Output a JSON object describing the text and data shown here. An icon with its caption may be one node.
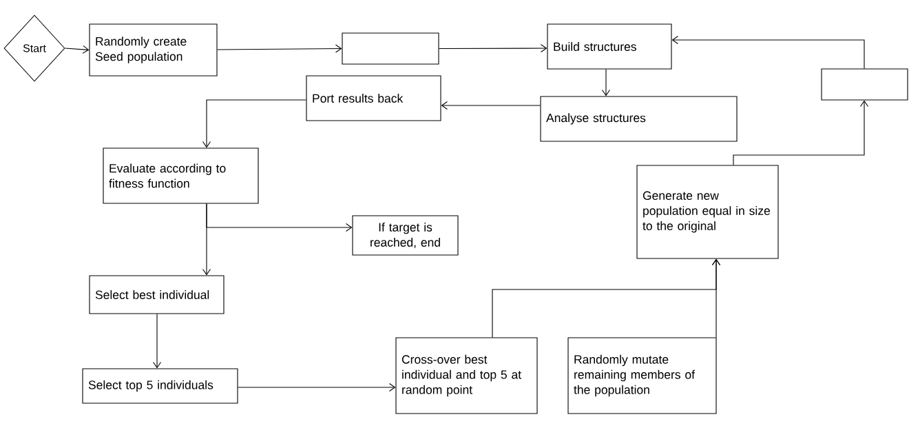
{
  "diagram": {
    "nodes": [
      {
        "text": [
          "Start"
        ]
      },
      {
        "text": [
          "Randomly create Seed population"
        ]
      },
      {
        "text": [],
        "shape": "box"
      },
      {
        "text": [
          "Build structures"
        ]
      },
      {
        "text": [],
        "shape": "box"
      },
      {
        "text": [
          "Analyse structures"
        ]
      },
      {
        "text": [
          "Port results back"
        ]
      },
      {
        "text": [
          "Evaluate according to fitness function"
        ]
      },
      {
        "text": [
          "If target is reached, end"
        ]
      },
      {
        "text": [
          "Generate new population equal in size to the original"
        ]
      },
      {
        "text": [
          "Select best individual"
        ]
      },
      {
        "text": [
          "Select top 5 individuals"
        ]
      },
      {
        "text": [
          "Cross-over best individual and top 5 at random point"
        ]
      },
      {
        "text": [
          "Randomly mutate remaining members of the population"
        ]
      }
    ],
    "edges": [
      {
        "from": 0,
        "to": 1,
        "arrow": "to"
      },
      {
        "from": 1,
        "to": 2,
        "arrow": "to"
      },
      {
        "from": 2,
        "to": 3,
        "arrow": "to"
      },
      {
        "from": 3,
        "to": 5,
        "arrow": "to"
      },
      {
        "from": 5,
        "to": 6,
        "arrow": "to"
      },
      {
        "from": 6,
        "to": 7,
        "arrow": "to"
      },
      {
        "from": 7,
        "to": 8,
        "arrow": "to"
      },
      {
        "from": 7,
        "to": 10,
        "arrow": "to"
      },
      {
        "from": 10,
        "to": 11,
        "arrow": "to"
      },
      {
        "from": 11,
        "to": 12,
        "arrow": "to"
      },
      {
        "from": 12,
        "to": 9,
        "arrow": "to"
      },
      {
        "from": 13,
        "to": 9,
        "arrow": "to"
      },
      {
        "from": 9,
        "to": 4,
        "arrow": "to"
      },
      {
        "from": 4,
        "to": 3,
        "arrow": "to"
      }
    ]
  }
}
